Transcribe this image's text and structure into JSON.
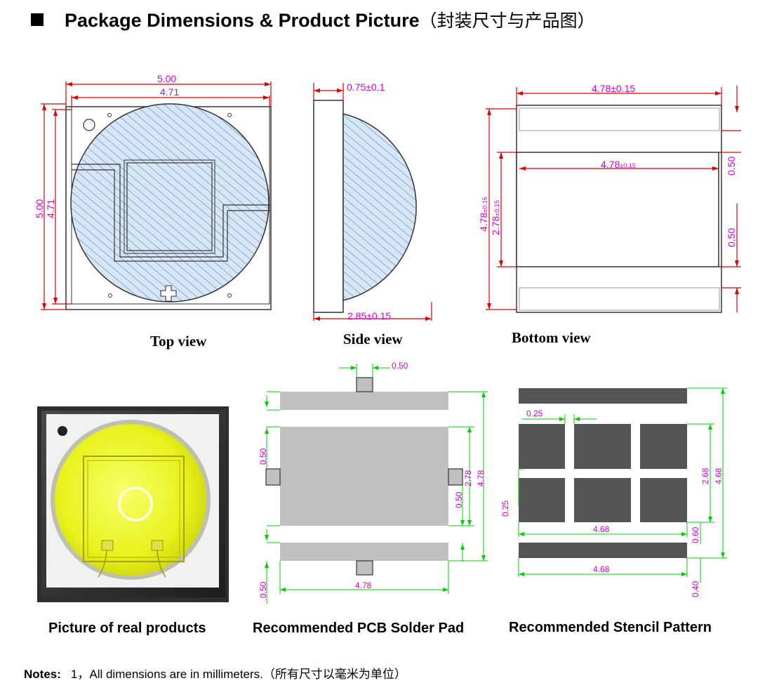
{
  "header": {
    "title": "Package Dimensions & Product Picture",
    "title_cn": "（封装尺寸与产品图）"
  },
  "top_view": {
    "caption": "Top view",
    "dim_width_outer": "5.00",
    "dim_width_inner": "4.71",
    "dim_height_outer": "5.00",
    "dim_height_inner": "4.71"
  },
  "side_view": {
    "caption": "Side view",
    "dim_base": "0.75±0.1",
    "dim_total": "2.85±0.15"
  },
  "bottom_view": {
    "caption": "Bottom view",
    "dim_top": "4.78±0.15",
    "dim_inner_width": "4.78",
    "dim_inner_width_tol": "±0.15",
    "dim_height": "4.78",
    "dim_height_tol": "±0.15",
    "dim_inner_height": "2.78",
    "dim_inner_height_tol": "±0.15",
    "dim_gap_top": "0.50",
    "dim_gap_bottom": "0.50"
  },
  "real_product": {
    "caption": "Picture of real products"
  },
  "pcb_pad": {
    "caption": "Recommended PCB Solder Pad",
    "dim_tab": "0.50",
    "dim_left": "0.50",
    "dim_inner": "2.78",
    "dim_outer": "4.78",
    "dim_mid": "0.50",
    "dim_bottom_left": "0.50",
    "dim_width": "4.78"
  },
  "stencil": {
    "caption": "Recommended Stencil Pattern",
    "dim_gap": "0.25",
    "dim_left": "0.25",
    "dim_inner": "2.68",
    "dim_outer": "4.68",
    "dim_width_inner": "4.68",
    "dim_mid": "0.60",
    "dim_width_outer": "4.68",
    "dim_bottom": "0.40"
  },
  "notes": {
    "label": "Notes:",
    "item": "1，All dimensions are in millimeters.",
    "item_cn": "（所有尺寸以毫米为单位）"
  }
}
